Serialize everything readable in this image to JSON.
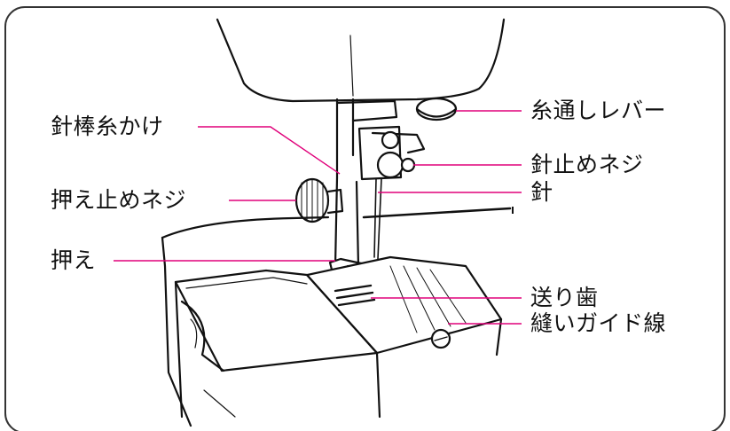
{
  "colors": {
    "frame": "#333333",
    "drawing": "#111111",
    "leader": "#e0007a",
    "background": "#ffffff"
  },
  "labels": {
    "needle_bar_thread_guide": "針棒糸かけ",
    "presser_foot_screw": "押え止めネジ",
    "presser_foot": "押え",
    "threader_lever": "糸通しレバー",
    "needle_clamp_screw": "針止めネジ",
    "needle": "針",
    "feed_dogs": "送り歯",
    "seam_guide_lines": "縫いガイド線"
  }
}
